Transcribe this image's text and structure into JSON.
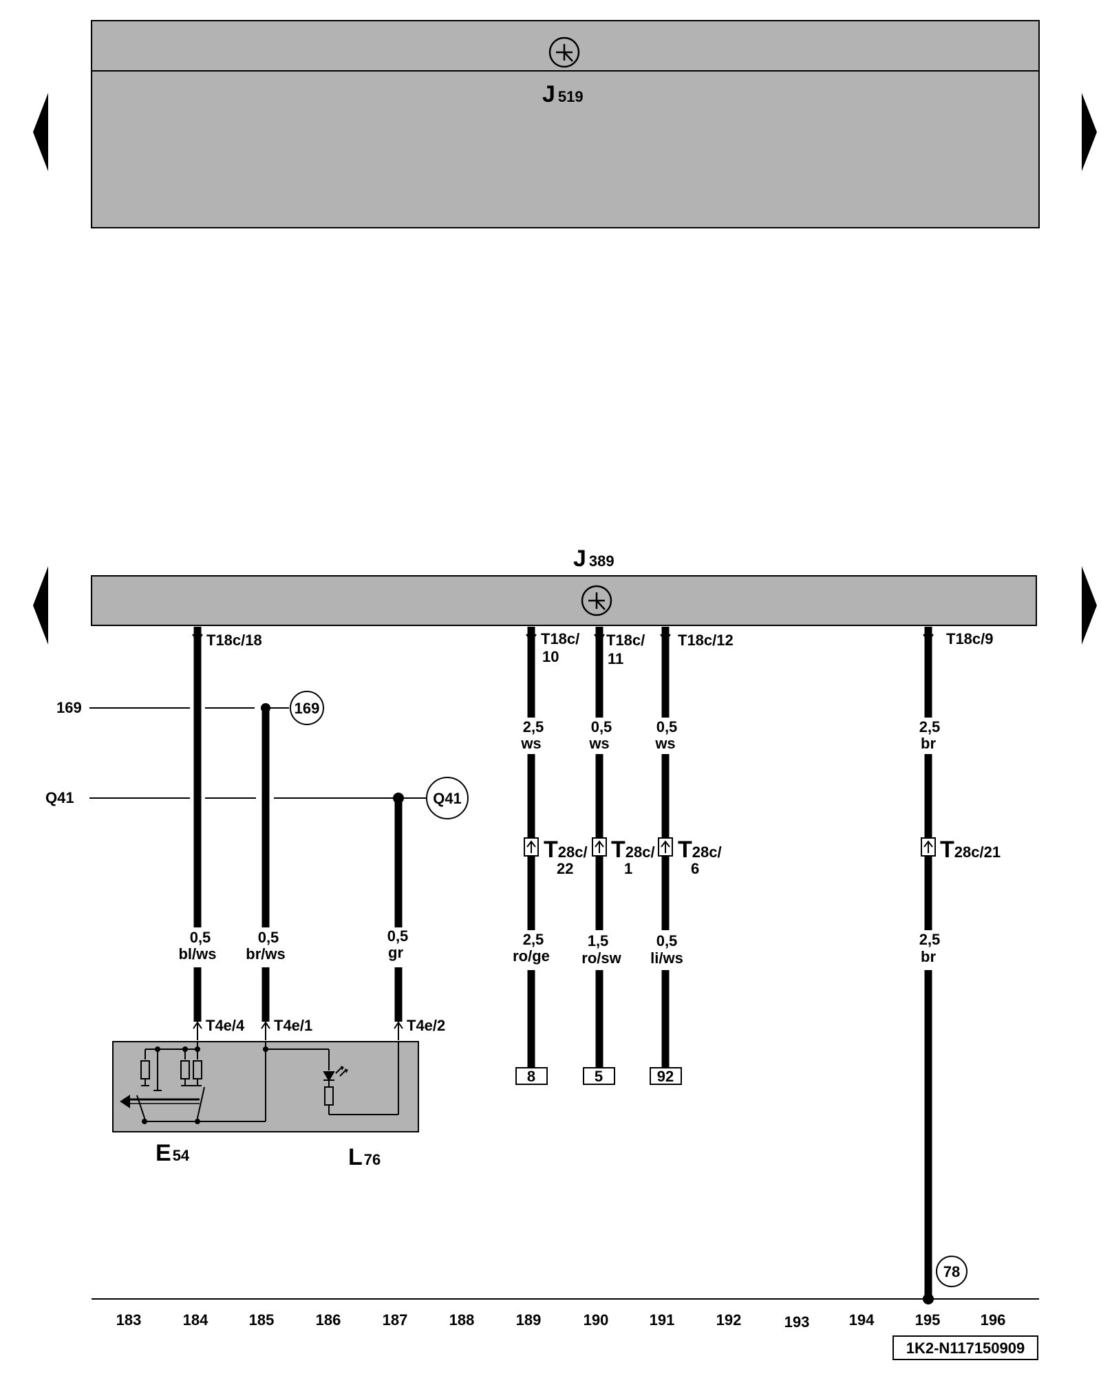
{
  "upper_unit": {
    "name": "J",
    "sub": "519",
    "icon": "control-unit-symbol-icon"
  },
  "lower_unit": {
    "name": "J",
    "sub": "389",
    "icon": "control-unit-symbol-icon"
  },
  "page_arrows": {
    "left": "page-left-arrow-icon",
    "right": "page-right-arrow-icon"
  },
  "connectors_top": {
    "t18c_18": "T18c/18",
    "t18c_10_a": "T18c/",
    "t18c_10_b": "10",
    "t18c_11_a": "T18c/",
    "t18c_11_b": "11",
    "t18c_12": "T18c/12",
    "t18c_9": "T18c/9"
  },
  "references": {
    "r169_left": "169",
    "r169_circle": "169",
    "q41_left": "Q41",
    "q41_circle": "Q41",
    "r78_circle": "78"
  },
  "wires_upper": {
    "w189_size": "2,5",
    "w189_color": "ws",
    "w190_size": "0,5",
    "w190_color": "ws",
    "w191_size": "0,5",
    "w191_color": "ws",
    "w195_size": "2,5",
    "w195_color": "br"
  },
  "connectors_mid": {
    "c189_T": "T",
    "c189_a": "28c/",
    "c189_b": "22",
    "c190_T": "T",
    "c190_a": "28c/",
    "c190_b": "1",
    "c191_T": "T",
    "c191_a": "28c/",
    "c191_b": "6",
    "c195_T": "T",
    "c195_a": "28c/21"
  },
  "wires_lower": {
    "w184_size": "0,5",
    "w184_color": "bl/ws",
    "w185_size": "0,5",
    "w185_color": "br/ws",
    "w187_size": "0,5",
    "w187_color": "gr",
    "w189_size": "2,5",
    "w189_color": "ro/ge",
    "w190_size": "1,5",
    "w190_color": "ro/sw",
    "w191_size": "0,5",
    "w191_color": "li/ws",
    "w195_size": "2,5",
    "w195_color": "br"
  },
  "connectors_bottom": {
    "t4e_4": "T4e/4",
    "t4e_1": "T4e/1",
    "t4e_2": "T4e/2"
  },
  "terminals": {
    "b189": "8",
    "b190": "5",
    "b191": "92"
  },
  "components": {
    "e54_name": "E",
    "e54_sub": "54",
    "l76_name": "L",
    "l76_sub": "76"
  },
  "columns": [
    "183",
    "184",
    "185",
    "186",
    "187",
    "188",
    "189",
    "190",
    "191",
    "192",
    "193",
    "194",
    "195",
    "196"
  ],
  "doc_code": "1K2-N117150909",
  "colors": {
    "panel": "#b3b3b3",
    "line": "#000000",
    "background": "#ffffff"
  }
}
